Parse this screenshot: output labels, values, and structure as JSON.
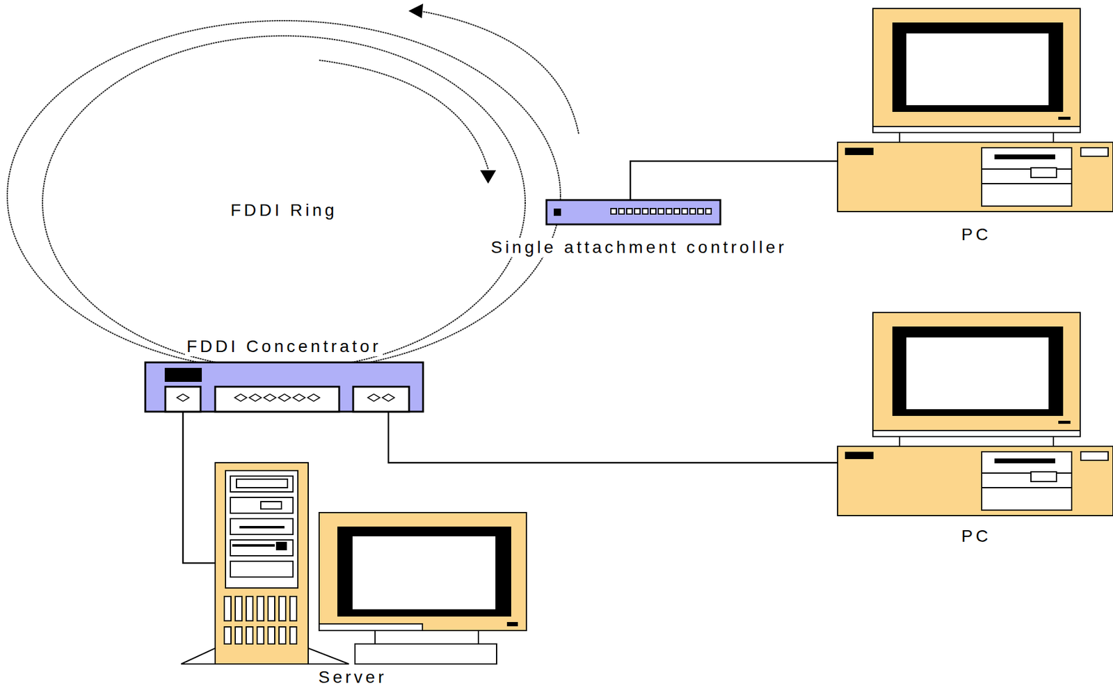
{
  "diagram": {
    "nodes": [
      {
        "text": [
          "FDDI Ring"
        ]
      },
      {
        "text": [
          "Single attachment controller"
        ]
      },
      {
        "text": [
          "PC"
        ]
      },
      {
        "text": [
          "FDDI Concentrator"
        ]
      },
      {
        "text": [
          "PC"
        ]
      },
      {
        "text": [
          "Server"
        ]
      }
    ],
    "edges": [
      {
        "from": 1,
        "to": 2,
        "arrow": "none"
      },
      {
        "from": 3,
        "to": 5,
        "arrow": "none"
      },
      {
        "from": 3,
        "to": 4,
        "arrow": "none"
      }
    ]
  }
}
